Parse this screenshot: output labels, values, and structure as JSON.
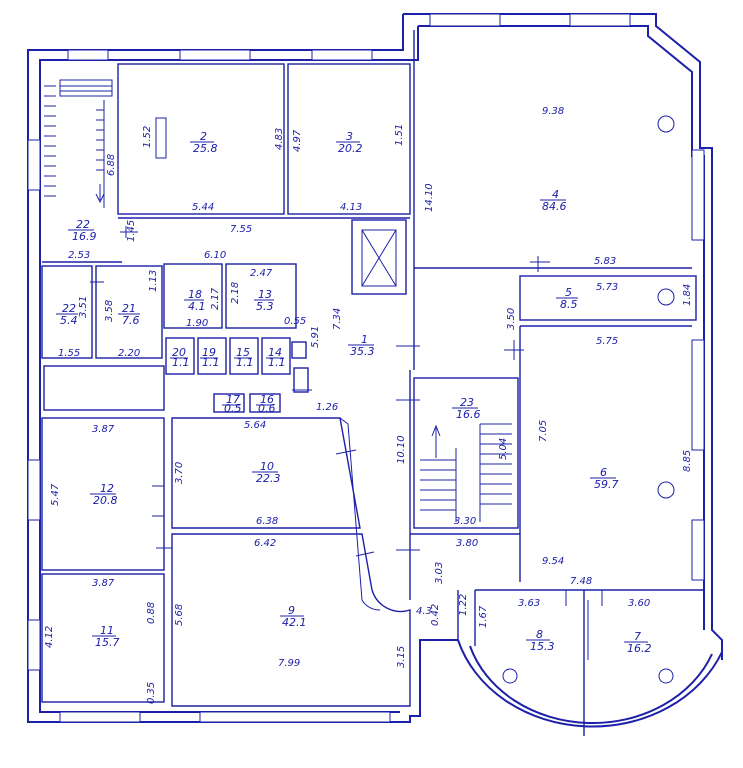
{
  "rooms": [
    {
      "id": "r1",
      "number": "1",
      "area": "35.3"
    },
    {
      "id": "r2",
      "number": "2",
      "area": "25.8"
    },
    {
      "id": "r3",
      "number": "3",
      "area": "20.2"
    },
    {
      "id": "r4",
      "number": "4",
      "area": "84.6"
    },
    {
      "id": "r5",
      "number": "5",
      "area": "8.5"
    },
    {
      "id": "r6",
      "number": "6",
      "area": "59.7"
    },
    {
      "id": "r7",
      "number": "7",
      "area": "16.2"
    },
    {
      "id": "r8",
      "number": "8",
      "area": "15.3"
    },
    {
      "id": "r9",
      "number": "9",
      "area": "42.1"
    },
    {
      "id": "r10",
      "number": "10",
      "area": "22.3"
    },
    {
      "id": "r11",
      "number": "11",
      "area": "15.7"
    },
    {
      "id": "r12",
      "number": "12",
      "area": "20.8"
    },
    {
      "id": "r13",
      "number": "13",
      "area": "5.3"
    },
    {
      "id": "r14",
      "number": "14",
      "area": "1.1"
    },
    {
      "id": "r15",
      "number": "15",
      "area": "1.1"
    },
    {
      "id": "r16",
      "number": "16",
      "area": "0.6"
    },
    {
      "id": "r17",
      "number": "17",
      "area": "0.5"
    },
    {
      "id": "r18",
      "number": "18",
      "area": "4.1"
    },
    {
      "id": "r19",
      "number": "19",
      "area": "1.1"
    },
    {
      "id": "r20",
      "number": "20",
      "area": "1.1"
    },
    {
      "id": "r21",
      "number": "21",
      "area": "7.6"
    },
    {
      "id": "r22a",
      "number": "22",
      "area": "16.9"
    },
    {
      "id": "r22b",
      "number": "22",
      "area": "5.4"
    },
    {
      "id": "r23",
      "number": "23",
      "area": "16.6"
    }
  ],
  "dimensions": {
    "d_9_38": "9.38",
    "d_14_10": "14.10",
    "d_5_83": "5.83",
    "d_5_73": "5.73",
    "d_1_84": "1.84",
    "d_3_50": "3.50",
    "d_5_75": "5.75",
    "d_7_05": "7.05",
    "d_8_85": "8.85",
    "d_9_54": "9.54",
    "d_7_48": "7.48",
    "d_3_63": "3.63",
    "d_3_60": "3.60",
    "d_1_67": "1.67",
    "d_1_22": "1.22",
    "d_3_03": "3.03",
    "d_0_42": "0.42",
    "d_4_3": "4.3",
    "d_3_80": "3.80",
    "d_3_30": "3.30",
    "d_5_04": "5.04",
    "d_10_10": "10.10",
    "d_3_15": "3.15",
    "d_7_99": "7.99",
    "d_5_68": "5.68",
    "d_6_42": "6.42",
    "d_6_38": "6.38",
    "d_3_70": "3.70",
    "d_5_64": "5.64",
    "d_1_26": "1.26",
    "d_5_91": "5.91",
    "d_7_34": "7.34",
    "d_0_55": "0.55",
    "d_1_90": "1.90",
    "d_2_17": "2.17",
    "d_2_18": "2.18",
    "d_2_47": "2.47",
    "d_6_10": "6.10",
    "d_1_13": "1.13",
    "d_1_45": "1.45",
    "d_2_53": "2.53",
    "d_3_51": "3.51",
    "d_3_58": "3.58",
    "d_1_55": "1.55",
    "d_2_20": "2.20",
    "d_6_88": "6.88",
    "d_1_52": "1.52",
    "d_5_44": "5.44",
    "d_4_83": "4.83",
    "d_4_97": "4.97",
    "d_1_51": "1.51",
    "d_4_13": "4.13",
    "d_7_55": "7.55",
    "d_3_87a": "3.87",
    "d_5_47": "5.47",
    "d_3_87b": "3.87",
    "d_4_12": "4.12",
    "d_0_88": "0.88",
    "d_0_35": "0.35"
  }
}
